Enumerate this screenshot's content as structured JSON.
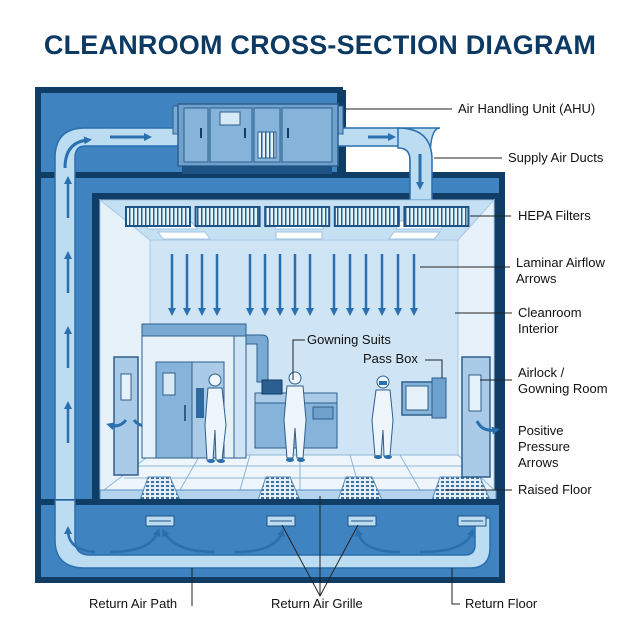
{
  "title": "CLEANROOM CROSS-SECTION DIAGRAM",
  "colors": {
    "title": "#0d3a63",
    "frame_dark": "#0f3d66",
    "wall_mid": "#3f83c0",
    "duct_light": "#bcdcf2",
    "room_light": "#dcecf8",
    "arrow": "#2a6fae",
    "floor": "#eef5fb"
  },
  "labels": {
    "ahu": "Air Handling Unit (AHU)",
    "supply_ducts": "Supply Air Ducts",
    "hepa": "HEPA Filters",
    "laminar_1": "Laminar Airflow",
    "laminar_2": "Arrows",
    "interior_1": "Cleanroom",
    "interior_2": "Interior",
    "gowning_suits": "Gowning Suits",
    "pass_box": "Pass Box",
    "airlock_1": "Airlock /",
    "airlock_2": "Gowning Room",
    "positive_1": "Positive",
    "positive_2": "Pressure",
    "positive_3": "Arrows",
    "raised_floor": "Raised Floor",
    "return_air_path": "Return Air Path",
    "return_air_grille": "Return Air Grille",
    "return_floor": "Return Floor"
  },
  "counts": {
    "hepa_filters": 5,
    "laminar_arrows": 15,
    "floor_grilles": 4,
    "return_grilles": 4,
    "riser_up_arrows": 4
  }
}
